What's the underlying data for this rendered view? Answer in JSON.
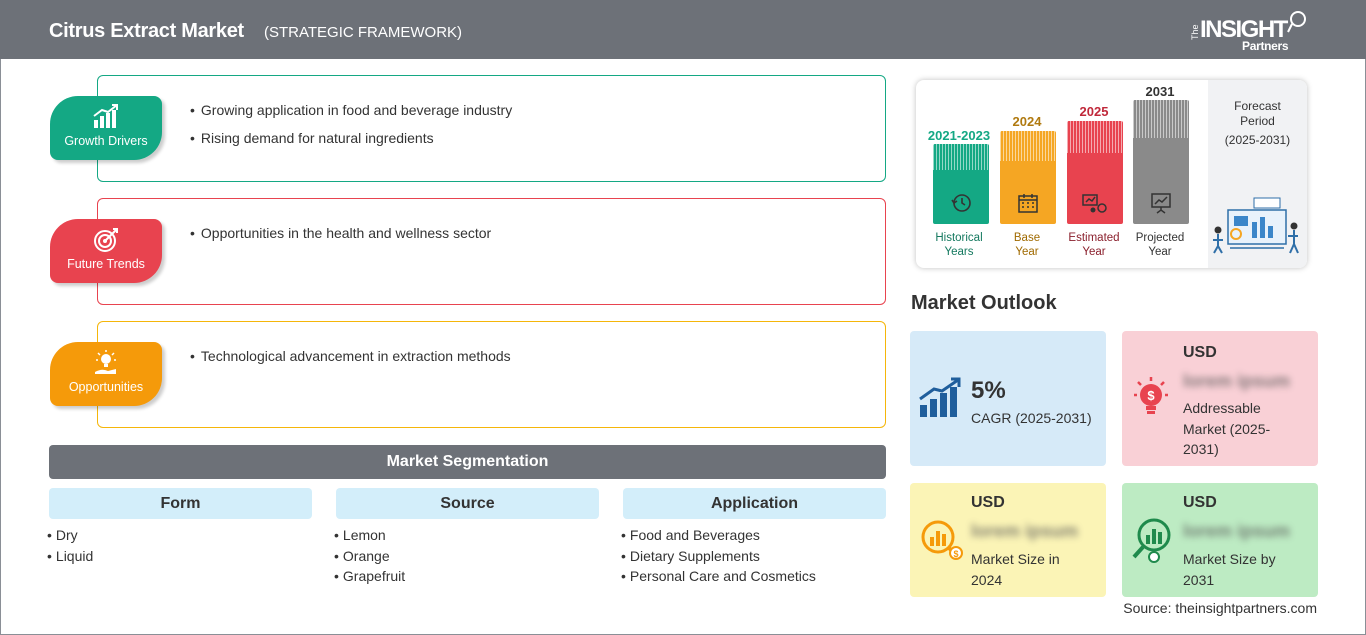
{
  "header": {
    "title": "Citrus Extract Market",
    "subtitle": "(STRATEGIC FRAMEWORK)",
    "logo_the": "The",
    "logo_insight": "INSIGHT",
    "logo_partners": "Partners"
  },
  "framework": [
    {
      "label": "Growth Drivers",
      "icon": "growth-chart-icon",
      "color": "#14a884",
      "points": [
        "Growing application in food and beverage industry",
        "Rising demand for natural ingredients"
      ]
    },
    {
      "label": "Future Trends",
      "icon": "target-icon",
      "color": "#e8434f",
      "points": [
        "Opportunities in the health and wellness sector"
      ]
    },
    {
      "label": "Opportunities",
      "icon": "lightbulb-hand-icon",
      "color": "#f59a0a",
      "points": [
        "Technological advancement in extraction methods"
      ]
    }
  ],
  "segmentation": {
    "title": "Market Segmentation",
    "columns": [
      {
        "header": "Form",
        "items": [
          "Dry",
          "Liquid"
        ]
      },
      {
        "header": "Source",
        "items": [
          "Lemon",
          "Orange",
          "Grapefruit"
        ]
      },
      {
        "header": "Application",
        "items": [
          "Food and Beverages",
          "Dietary Supplements",
          "Personal Care and Cosmetics"
        ]
      }
    ]
  },
  "timeline": {
    "periods": [
      {
        "year": "2021-2023",
        "label1": "Historical",
        "label2": "Years",
        "color": "#14a884",
        "icon": "history-clock-icon"
      },
      {
        "year": "2024",
        "label1": "Base",
        "label2": "Year",
        "color": "#f5a623",
        "icon": "calendar-icon"
      },
      {
        "year": "2025",
        "label1": "Estimated",
        "label2": "Year",
        "color": "#e8434f",
        "icon": "estimate-gears-icon"
      },
      {
        "year": "2031",
        "label1": "Projected",
        "label2": "Year",
        "color": "#8a8a8a",
        "icon": "presentation-chart-icon"
      }
    ],
    "forecast_label1": "Forecast",
    "forecast_label2": "Period",
    "forecast_range": "(2025-2031)"
  },
  "outlook": {
    "title": "Market Outlook",
    "cagr": {
      "value": "5%",
      "label": "CAGR (2025-2031)",
      "bg": "#d6eaf8"
    },
    "addressable": {
      "currency": "USD",
      "value": "lorem ipsum",
      "label1": "Addressable",
      "label2": "Market (2025-",
      "label3": "2031)",
      "bg": "#f9d0d6"
    },
    "size2024": {
      "currency": "USD",
      "value": "lorem ipsum",
      "label1": "Market Size in",
      "label2": "2024",
      "bg": "#fbf4b6"
    },
    "size2031": {
      "currency": "USD",
      "value": "lorem ipsum",
      "label1": "Market Size by",
      "label2": "2031",
      "bg": "#bdebc3"
    }
  },
  "source": "Source: theinsightpartners.com"
}
